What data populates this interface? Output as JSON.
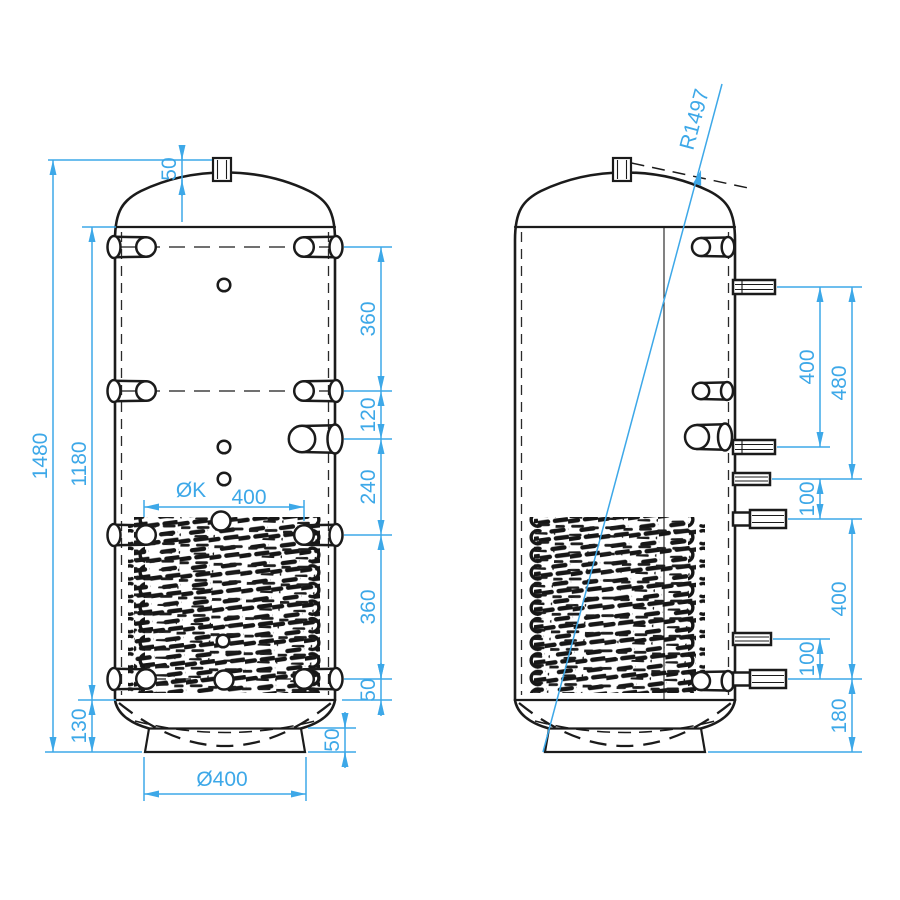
{
  "meta": {
    "background": "#ffffff",
    "line_color": "#1b1b1b",
    "dimension_color": "#3da8e8"
  },
  "front_view": {
    "dim_total_height": "1480",
    "dim_shell_height": "1180",
    "dim_top_connection": "50",
    "dim_nozzle_seg_1": "360",
    "dim_nozzle_seg_2": "120",
    "dim_nozzle_seg_3": "240",
    "dim_coil_span": "360",
    "dim_coil_bottom_gap": "50",
    "dim_bottom_ring": "130",
    "dim_base_diameter": "Ø400",
    "dim_skirt_height": "50",
    "coil_label_prefix": "ØK",
    "coil_label_value": "400"
  },
  "side_view": {
    "dim_dome_radius": "R1497",
    "dim_port_span_a": "400",
    "dim_port_span_b": "480",
    "dim_port_gap_a": "100",
    "dim_port_span_c": "400",
    "dim_port_gap_b": "100",
    "dim_base_height": "180"
  }
}
